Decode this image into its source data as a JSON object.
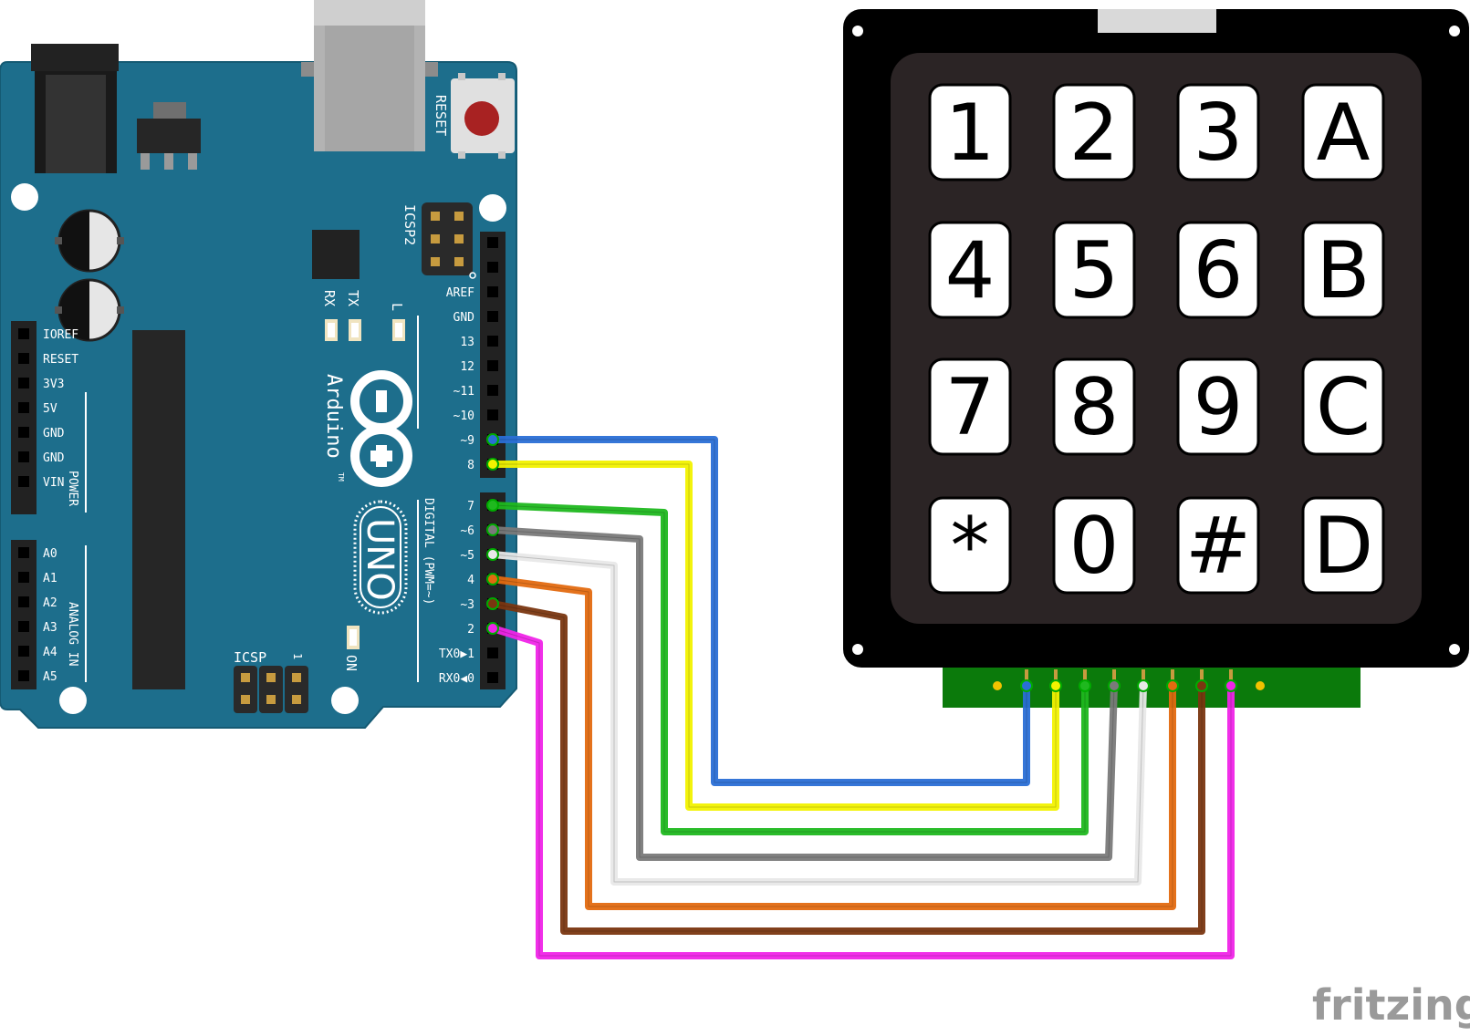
{
  "arduino": {
    "reset_label": "RESET",
    "icsp2_label": "ICSP2",
    "icsp_label": "ICSP",
    "brand_label": "Arduino",
    "tm_label": "TM",
    "model_label": "UNO",
    "rx_label": "RX",
    "tx_label": "TX",
    "l_label": "L",
    "on_label": "ON",
    "one_label": "1",
    "power_label": "POWER",
    "analog_label": "ANALOG IN",
    "digital_label": "DIGITAL (PWM=~)",
    "power_pins": [
      "IOREF",
      "RESET",
      "3V3",
      "5V",
      "GND",
      "GND",
      "VIN"
    ],
    "analog_pins": [
      "A0",
      "A1",
      "A2",
      "A3",
      "A4",
      "A5"
    ],
    "digital_top_pins": [
      "AREF",
      "GND",
      "13",
      "12",
      "~11",
      "~10",
      "~9",
      "8"
    ],
    "digital_bottom_pins": [
      "7",
      "~6",
      "~5",
      "4",
      "~3",
      "2",
      "TX0▶1",
      "RX0◀0"
    ],
    "board_color": "#1d6e8c"
  },
  "keypad": {
    "keys": [
      [
        "1",
        "2",
        "3",
        "A"
      ],
      [
        "4",
        "5",
        "6",
        "B"
      ],
      [
        "7",
        "8",
        "9",
        "C"
      ],
      [
        "*",
        "0",
        "#",
        "D"
      ]
    ]
  },
  "wires": [
    {
      "arduino_pin": "~9",
      "keypad_pin": 1,
      "color": "#2a6fd6"
    },
    {
      "arduino_pin": "8",
      "keypad_pin": 2,
      "color": "#f2f200"
    },
    {
      "arduino_pin": "7",
      "keypad_pin": 3,
      "color": "#1fb81f"
    },
    {
      "arduino_pin": "~6",
      "keypad_pin": 4,
      "color": "#7a7a7a"
    },
    {
      "arduino_pin": "~5",
      "keypad_pin": 5,
      "color": "#e8e8e8"
    },
    {
      "arduino_pin": "4",
      "keypad_pin": 6,
      "color": "#e36a10"
    },
    {
      "arduino_pin": "~3",
      "keypad_pin": 7,
      "color": "#7a3610"
    },
    {
      "arduino_pin": "2",
      "keypad_pin": 8,
      "color": "#f024e8"
    }
  ],
  "watermark": "fritzing"
}
